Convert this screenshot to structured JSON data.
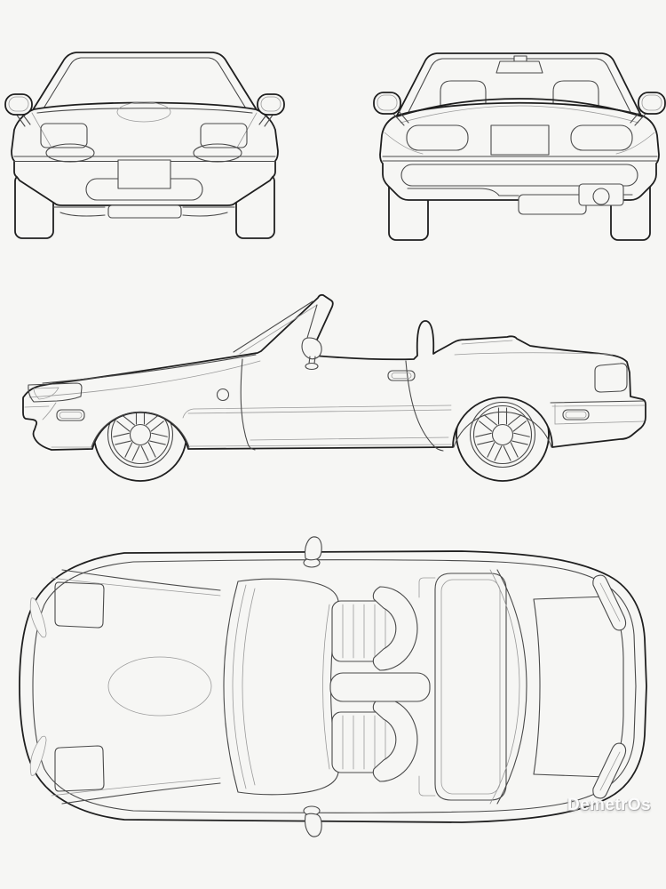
{
  "colors": {
    "background": "#f6f6f4",
    "line_main": "#1f1f1f",
    "line_mid": "#4a4a4a",
    "line_thin": "#9a9a9a",
    "watermark": "#fdfdfd"
  },
  "drawing": {
    "subject_views": [
      {
        "id": "front-view"
      },
      {
        "id": "rear-view"
      },
      {
        "id": "side-view"
      },
      {
        "id": "top-view"
      }
    ]
  },
  "watermark": {
    "text": "DemetrOs"
  }
}
